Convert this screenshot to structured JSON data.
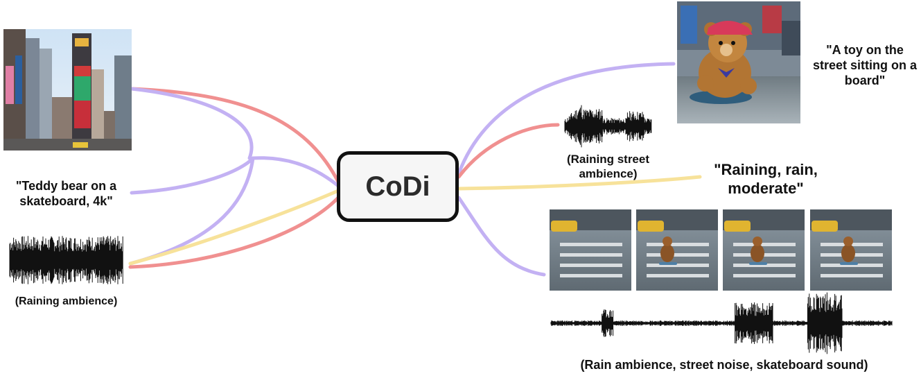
{
  "center": {
    "label": "CoDi"
  },
  "inputs": {
    "image": {
      "icon": "city-street-image"
    },
    "text": "\"Teddy bear on a skateboard, 4k\"",
    "audio_caption": "(Raining ambience)"
  },
  "outputs": {
    "image_caption": "\"A toy on the street sitting on a board\"",
    "audio_caption": "(Raining street ambience)",
    "text": "\"Raining, rain, moderate\"",
    "video_audio_caption": "(Rain ambience, street noise, skateboard sound)"
  },
  "colors": {
    "purple": "#c3b1f3",
    "red": "#f09090",
    "yellow": "#f7e29a",
    "hub_border": "#111111"
  }
}
